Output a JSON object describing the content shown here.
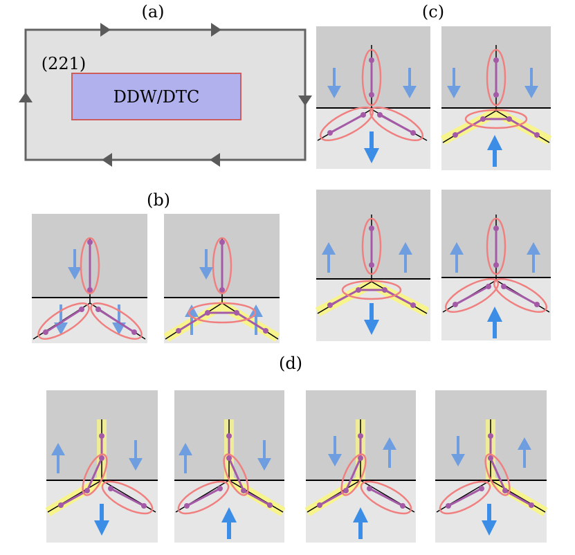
{
  "labels": {
    "panel_a": "(a)",
    "panel_b": "(b)",
    "panel_c": "(c)",
    "panel_d": "(d)",
    "index": "(221)",
    "box": "DDW/DTC"
  },
  "colors": {
    "frame_bg": "#e1e1e1",
    "frame_border": "#636363",
    "box_fill": "#b1b1ee",
    "box_border": "#cd5c5c",
    "panel_upper": "#cccccc",
    "panel_lower": "#e6e6e6",
    "spin_arrow": "#3b8de6",
    "dimer_bond": "#a45aa6",
    "ellipse": "#f08080",
    "highlight": "#f7f48c"
  },
  "icons": {
    "loop_arrow": "triangle-arrow-icon",
    "spin": "blue-arrow-icon"
  }
}
